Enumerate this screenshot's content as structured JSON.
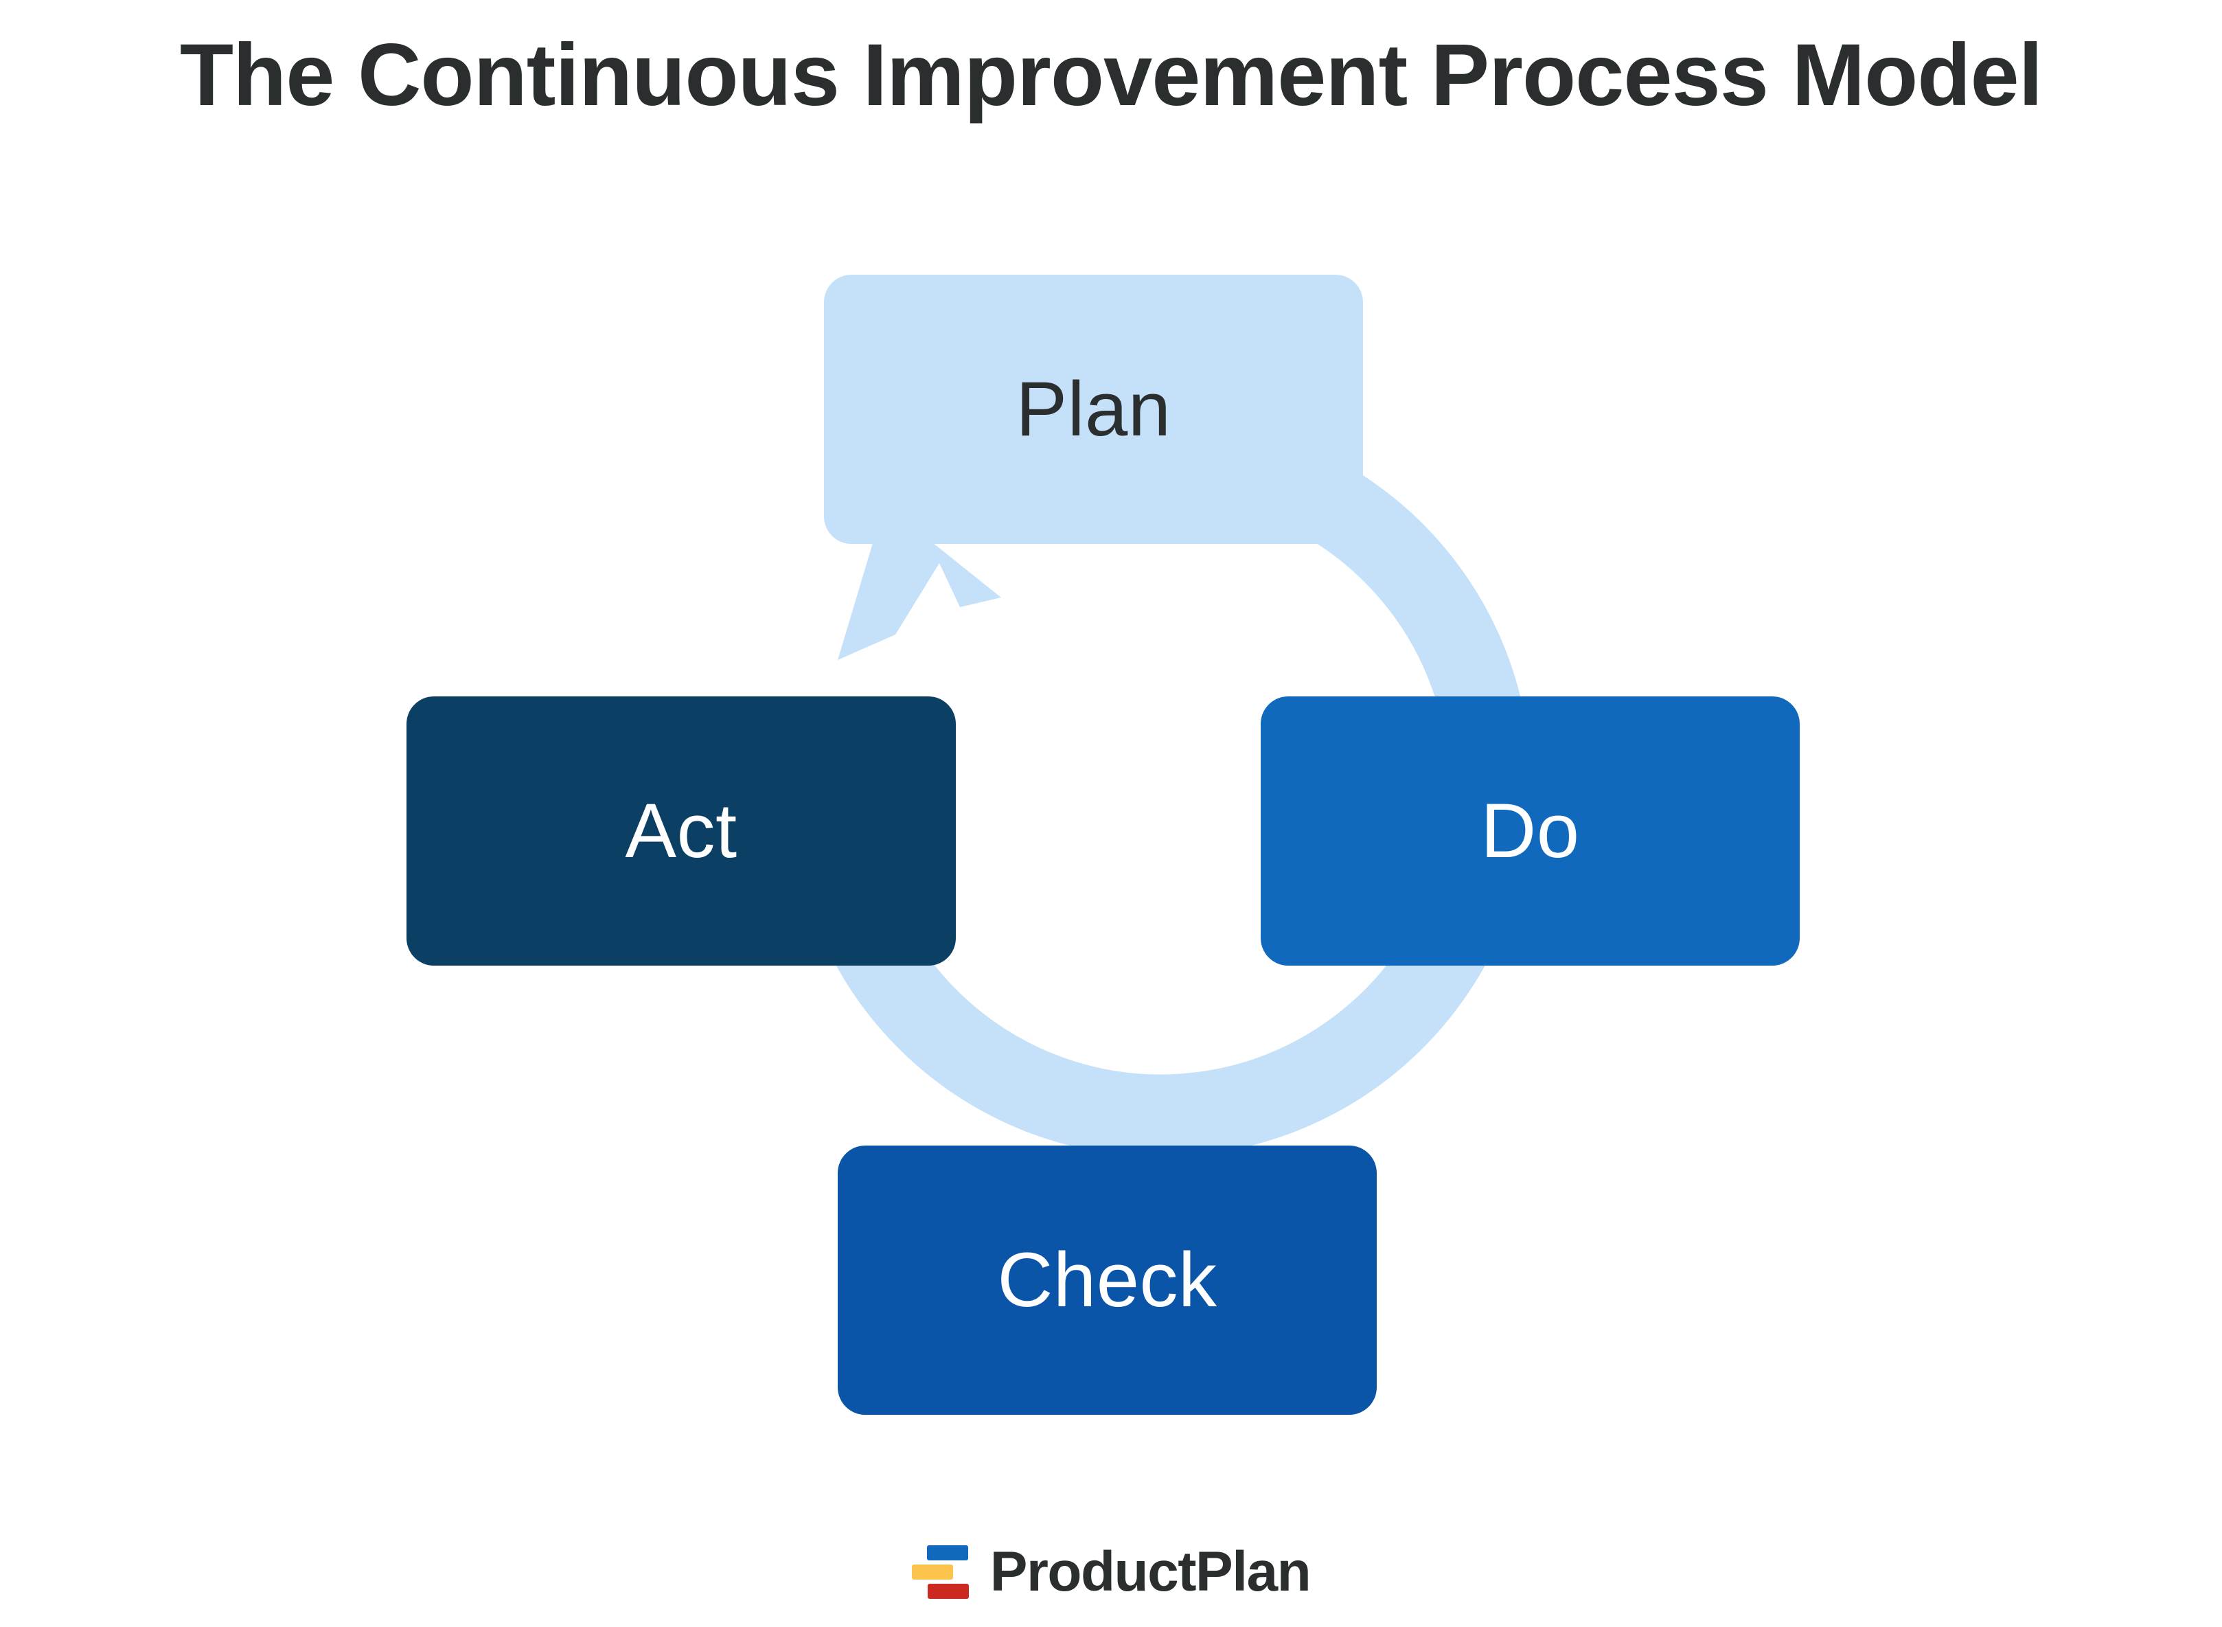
{
  "page": {
    "title": "The Continuous Improvement Process Model",
    "background_color": "#ffffff",
    "title_color": "#2b2e2e"
  },
  "diagram": {
    "type": "cycle",
    "name": "PDCA continuous improvement cycle",
    "direction": "clockwise",
    "ring_color": "#c5e1fa",
    "arrowhead_position": "top-left",
    "stages": [
      {
        "id": "plan",
        "label": "Plan",
        "position": "top",
        "fill_color": "#c5e1fa",
        "text_color": "#2b2e2e",
        "order": 1
      },
      {
        "id": "do",
        "label": "Do",
        "position": "right",
        "fill_color": "#1069bd",
        "text_color": "#ffffff",
        "order": 2
      },
      {
        "id": "check",
        "label": "Check",
        "position": "bottom",
        "fill_color": "#0a55a8",
        "text_color": "#ffffff",
        "order": 3
      },
      {
        "id": "act",
        "label": "Act",
        "position": "left",
        "fill_color": "#0b3f64",
        "text_color": "#ffffff",
        "order": 4
      }
    ]
  },
  "footer": {
    "brand": {
      "wordmark": "ProductPlan",
      "wordmark_color": "#2b2e2e",
      "mark_bars": [
        {
          "name": "logo-bar-blue",
          "color": "#1069bd"
        },
        {
          "name": "logo-bar-yellow",
          "color": "#fcc44d"
        },
        {
          "name": "logo-bar-red",
          "color": "#cc2a21"
        }
      ]
    }
  }
}
